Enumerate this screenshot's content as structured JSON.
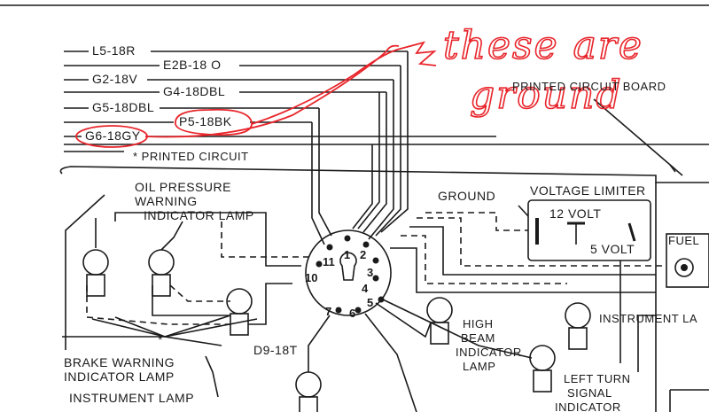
{
  "wire_labels": {
    "l5": "L5-18R",
    "e2b": "E2B-18 O",
    "g2": "G2-18V",
    "g4": "G4-18DBL",
    "g5": "G5-18DBL",
    "p5": "P5-18BK",
    "g6": "G6-18GY",
    "printed_circuit": "* PRINTED CIRCUIT",
    "d9": "D9-18T"
  },
  "components": {
    "printed_circuit_board": "PRINTED CIRCUIT BOARD",
    "oil_1": "OIL PRESSURE",
    "oil_2": "WARNING",
    "oil_3": "INDICATOR LAMP",
    "ground": "GROUND",
    "voltage_limiter": "VOLTAGE LIMITER",
    "v12": "12 VOLT",
    "v5": "5 VOLT",
    "fuel": "FUEL",
    "high_1": "HIGH",
    "high_2": "BEAM",
    "high_3": "INDICATOR",
    "high_4": "LAMP",
    "inst_right": "INSTRUMENT LA",
    "brake_1": "BRAKE WARNING",
    "brake_2": "INDICATOR LAMP",
    "inst_left": "INSTRUMENT LAMP",
    "left_1": "LEFT TURN",
    "left_2": "SIGNAL",
    "left_3": "INDICATOR",
    "asterisk": "*"
  },
  "connector_pins": [
    "1",
    "2",
    "3",
    "4",
    "5",
    "6",
    "7",
    "10",
    "11"
  ],
  "annotation": {
    "line1": "these are",
    "line2": "ground"
  },
  "colors": {
    "ink": "#1a1a1a",
    "annotation": "#e8252b",
    "paper": "#ffffff"
  }
}
